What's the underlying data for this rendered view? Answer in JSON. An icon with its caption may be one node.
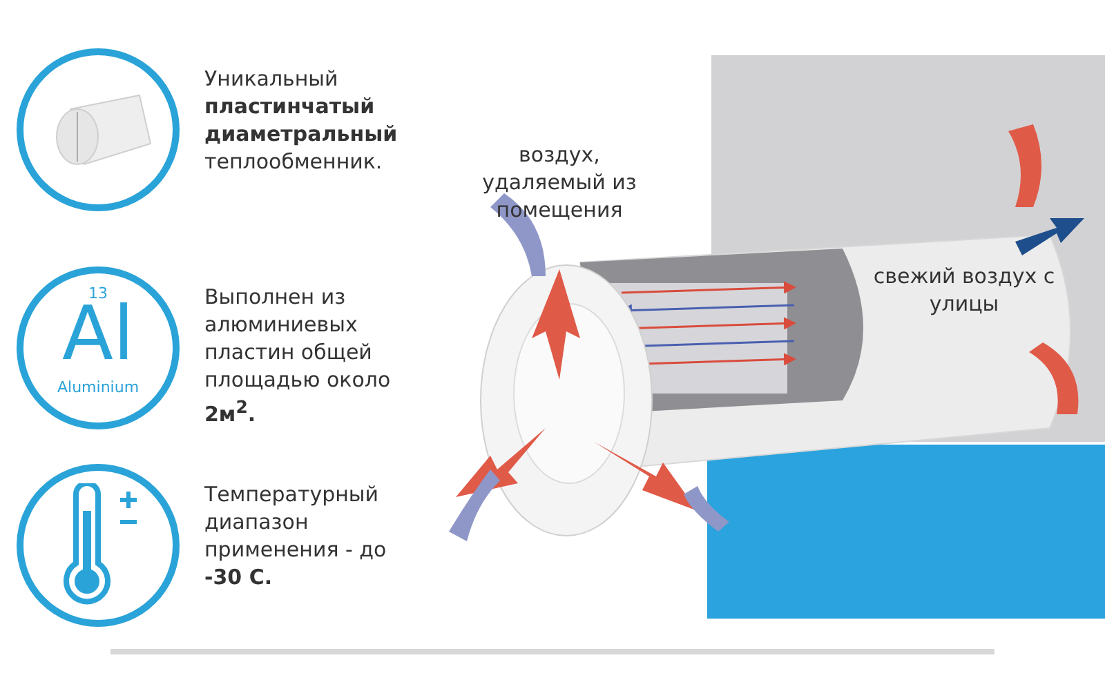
{
  "diagram": {
    "nodes": [
      {
        "text": [],
        "shape": "circle",
        "beside": [
          "Уникальный **пластинчатый диаметральный** теплообменник."
        ]
      },
      {
        "text": [
          "13",
          "Al",
          "Aluminium"
        ],
        "beside": [
          "Выполнен из алюминиевых пластин общей площадью около **2м$^{2}$.**"
        ]
      },
      {
        "text": [],
        "shape": "circle",
        "beside": [
          "Температурный диапазон применения - до **-30 С.**"
        ]
      }
    ],
    "labels": [
      "воздух, удаляемый из помещения",
      "свежий воздух с улицы"
    ]
  }
}
